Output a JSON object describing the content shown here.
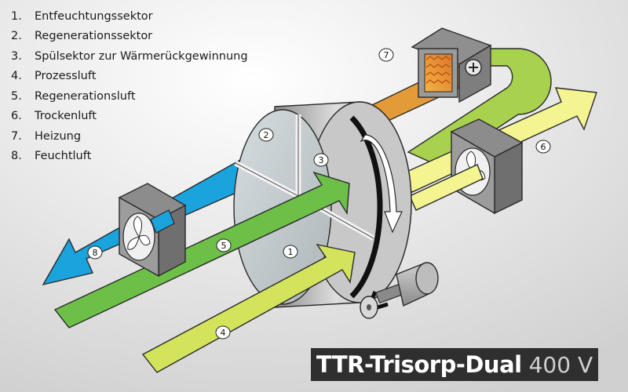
{
  "legend": {
    "items": [
      {
        "number": "1.",
        "label": "Entfeuchtungssektor"
      },
      {
        "number": "2.",
        "label": "Regenerationssektor"
      },
      {
        "number": "3.",
        "label": "Spülsektor zur Wärmerückgewinnung"
      },
      {
        "number": "4.",
        "label": "Prozessluft"
      },
      {
        "number": "5.",
        "label": "Regenerationsluft"
      },
      {
        "number": "6.",
        "label": "Trockenluft"
      },
      {
        "number": "7.",
        "label": "Heizung"
      },
      {
        "number": "8.",
        "label": "Feuchtluft"
      }
    ]
  },
  "markers": [
    "1",
    "2",
    "3",
    "4",
    "5",
    "6",
    "7",
    "8"
  ],
  "product": {
    "model": "TTR-Trisorp-Dual",
    "voltage": "400 V"
  },
  "colors": {
    "process_air": "#d4e35c",
    "regeneration_air": "#6cbf47",
    "dry_air": "#f4f590",
    "humid_air": "#1aa3dc",
    "heater": "#f0a035",
    "wheel": "#b9b9b9",
    "badge": "#2f2f2f",
    "background": "#e6e6e6"
  },
  "icons": [
    "fan-icon",
    "heater-icon",
    "motor-icon",
    "rotation-arrow-icon"
  ]
}
